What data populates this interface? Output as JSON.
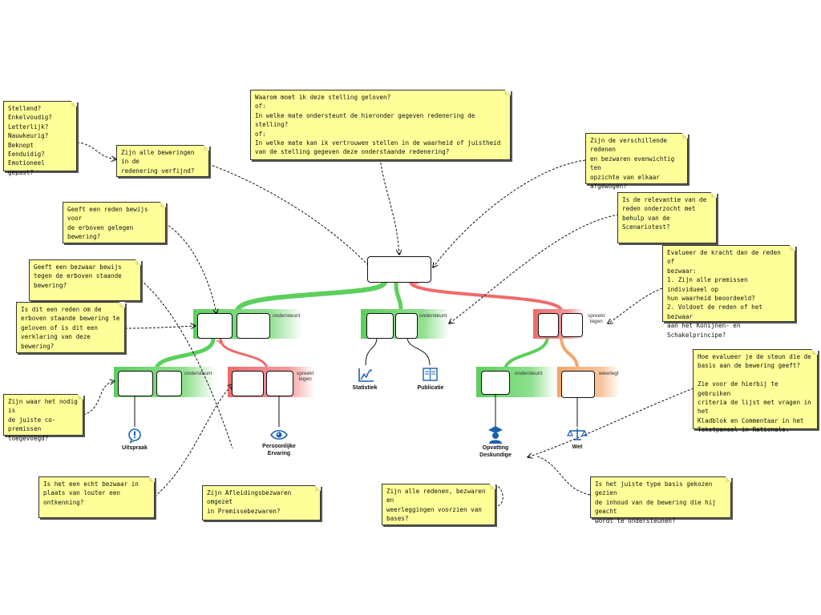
{
  "notes": {
    "root_question": "Waarom moet ik deze stelling geloven?\nof:\nIn welke mate ondersteunt de hieronder gegeven redenering de stelling?\nof:\nIn welke mate kan ik vertrouwen stellen in de waarheid of juistheid van de stelling gegeven deze onderstaande  redenering?",
    "checklist": "Stellend?\nEnkelvoudig?\nLetterlijk?\nNauwkeurig?\nBeknopt\nEenduidig?\nEmotioneel gepast?",
    "refined": "Zijn alle beweringen in de\nredenering  verfijnd?",
    "balanced": "Zijn de verschillende redenen\nen bezwaren evenwichtig ten\nopzichte van elkaar\nafgewogen?",
    "relevance": "Is de relevantie van de\nreden onderzocht met\nbehulp van de\nScenariotest?",
    "reason_evidence": "Geeft een reden bewijs voor\nde erboven gelegen\nbewering?",
    "objection_evidence": "Geeft een bezwaar bewijs\ntegen de erboven staande\nbewering?",
    "reason_or_explanation": "Is dit een reden om de\nerboven staande bewering te\ngeloven of is dit een\nverklaring van deze bewering?",
    "evaluate_strength": "Evalueer de kracht dan de reden of\nbezwaar:\n1. Zijn alle premissen individueel op\nhun waarheid beoordeeld?\n2. Voldoet de reden of het bezwaar\naan het Konijnen- en\nSchakelprincipe?",
    "evaluate_support": "Hoe evalueer je de steun die de\nbasis aan de bewering geeft?\n\nZie voor de hierbij te gebruiken\ncriteria de lijst met vragen in het\nKladblok en Commentaar in het\nTekstpaneel in Rationale.",
    "co_premise": "Zijn waar het nodig is\nde juiste co-premissen\ntoegevoegd?",
    "real_objection": "Is het een echt bezwaar in\nplaats van louter een\nontkenning?",
    "inference_objections": "Zijn Afleidingsbezwaren omgezet\nin Premissebezwaren?",
    "all_bases": "Zijn alle redenen, bezwaren en\nweerleggingen voorzien van\nbases?",
    "right_basis": "Is het juiste type basis gekozen gezien\nde inhoud van de bewering die hij geacht\nwordt te ondersteunen?"
  },
  "group_labels": {
    "supports_1": "ondersteunt",
    "supports_2": "ondersteunt",
    "objects_1": "spreekt\ntegen",
    "supports_3": "ondersteunt",
    "objects_2": "spreekt\ntegen",
    "supports_4": "ondersteunt",
    "rebuttal": "weerlegt"
  },
  "bases": {
    "uitspraak": "Uitspraak",
    "ervaring": "Persoonlijke\nErvaring",
    "statistiek": "Statistiek",
    "publicatie": "Publicatie",
    "deskundige": "Opvatting\nDeskundige",
    "wet": "Wet"
  },
  "icons": {
    "uitspraak": "exclamation-speech-icon",
    "ervaring": "eye-icon",
    "statistiek": "statistics-chart-icon",
    "publicatie": "book-icon",
    "deskundige": "expert-graduate-icon",
    "wet": "scales-icon"
  },
  "colors": {
    "note_fill": "#ffff99",
    "support": "#5ccf5c",
    "objection": "#ef6b6b",
    "rebuttal": "#f5a56a",
    "connector": "#111111"
  }
}
